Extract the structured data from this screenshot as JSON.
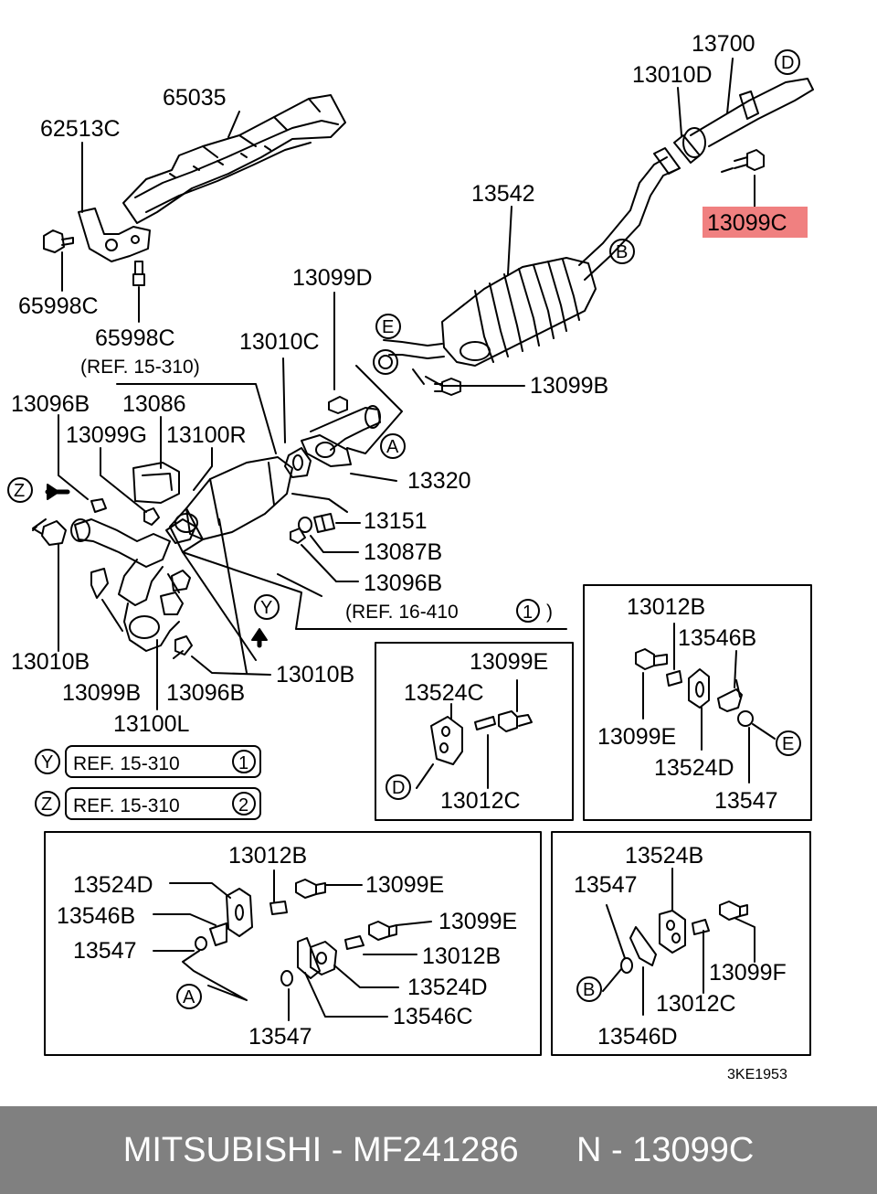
{
  "highlight_color": "#f08080",
  "parts": {
    "p13700": "13700",
    "p13010D": "13010D",
    "p13099C": "13099C",
    "p65035": "65035",
    "p62513C": "62513C",
    "p13542": "13542",
    "p65998C_a": "65998C",
    "p65998C_b": "65998C",
    "p13099D": "13099D",
    "p13010C": "13010C",
    "p13099B_top": "13099B",
    "p13096B_top": "13096B",
    "p13086": "13086",
    "p13099G": "13099G",
    "p13100R": "13100R",
    "p13320": "13320",
    "p13151": "13151",
    "p13087B": "13087B",
    "p13096B_mid": "13096B",
    "p13010B_left": "13010B",
    "p13099B_bot": "13099B",
    "p13096B_bot": "13096B",
    "p13010B_right": "13010B",
    "p13100L": "13100L"
  },
  "refs": {
    "ref15_310_top": "(REF. 15-310)",
    "ref16_410": "(REF. 16-410",
    "ref16_410_num": "1",
    "refY_text": "REF. 15-310",
    "refY_num": "1",
    "refZ_text": "REF. 15-310",
    "refZ_num": "2"
  },
  "markers": {
    "A": "A",
    "B": "B",
    "D": "D",
    "E": "E",
    "Y": "Y",
    "Z": "Z"
  },
  "box_d": {
    "p13099E": "13099E",
    "p13524C": "13524C",
    "p13012C": "13012C",
    "marker": "D"
  },
  "box_e": {
    "p13012B": "13012B",
    "p13546B": "13546B",
    "p13099E": "13099E",
    "p13524D": "13524D",
    "p13547": "13547",
    "marker": "E"
  },
  "box_a": {
    "p13012B_a": "13012B",
    "p13524D": "13524D",
    "p13099E_a": "13099E",
    "p13546B": "13546B",
    "p13099E_b": "13099E",
    "p13547_a": "13547",
    "p13012B_b": "13012B",
    "p13524D_b": "13524D",
    "p13546C": "13546C",
    "p13547_b": "13547",
    "marker": "A"
  },
  "box_b": {
    "p13524B": "13524B",
    "p13547": "13547",
    "p13099F": "13099F",
    "p13012C": "13012C",
    "p13546D": "13546D",
    "marker": "B"
  },
  "diagram_code": "3KE1953",
  "footer": {
    "brand": "MITSUBISHI",
    "part_number": "MF241286",
    "position": "N - 13099C",
    "separator": " - "
  }
}
